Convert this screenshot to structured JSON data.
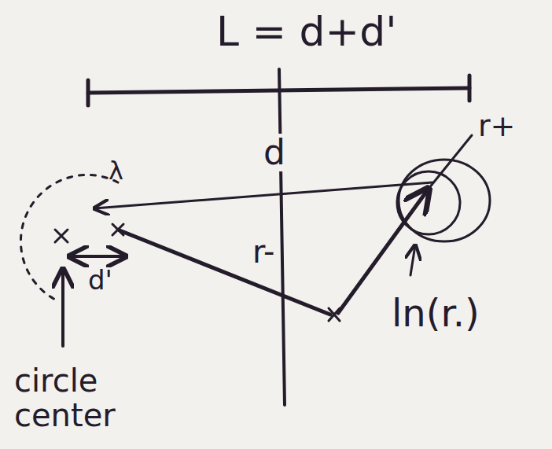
{
  "diagram": {
    "labels": [
      "L = d+d'",
      "d",
      "r-",
      "r+",
      "λ",
      "d'",
      "ln(r.)",
      "circle center"
    ]
  }
}
